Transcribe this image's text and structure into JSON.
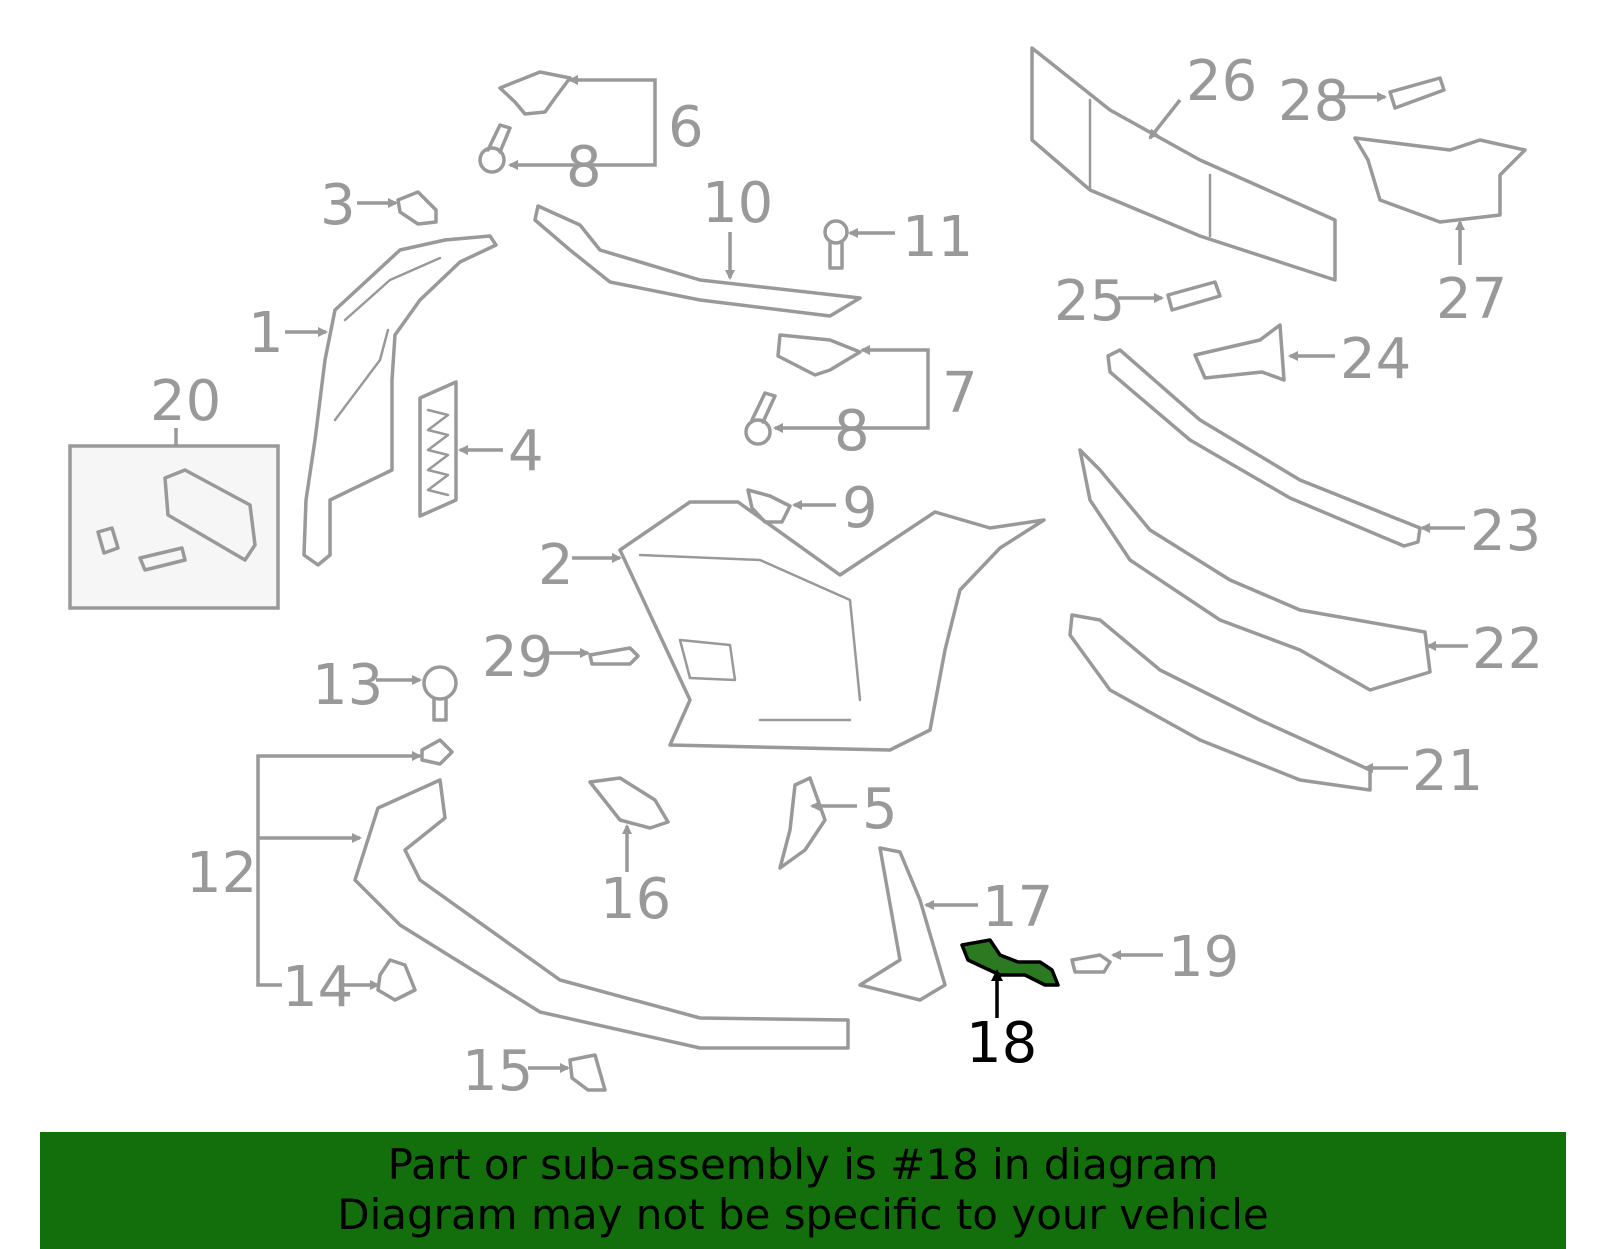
{
  "callouts": [
    "1",
    "2",
    "3",
    "4",
    "5",
    "6",
    "7",
    "8",
    "9",
    "10",
    "11",
    "12",
    "13",
    "14",
    "15",
    "16",
    "17",
    "18",
    "19",
    "20",
    "21",
    "22",
    "23",
    "24",
    "25",
    "26",
    "27",
    "28",
    "29"
  ],
  "highlighted_callout": "18",
  "colors": {
    "part_line": "#999999",
    "highlight_fill": "#2b7a22",
    "banner_bg": "#136f0c",
    "banner_text": "#000000"
  },
  "banner": {
    "line1": "Part or sub-assembly is #18 in diagram",
    "line2": "Diagram may not be specific to your vehicle"
  }
}
